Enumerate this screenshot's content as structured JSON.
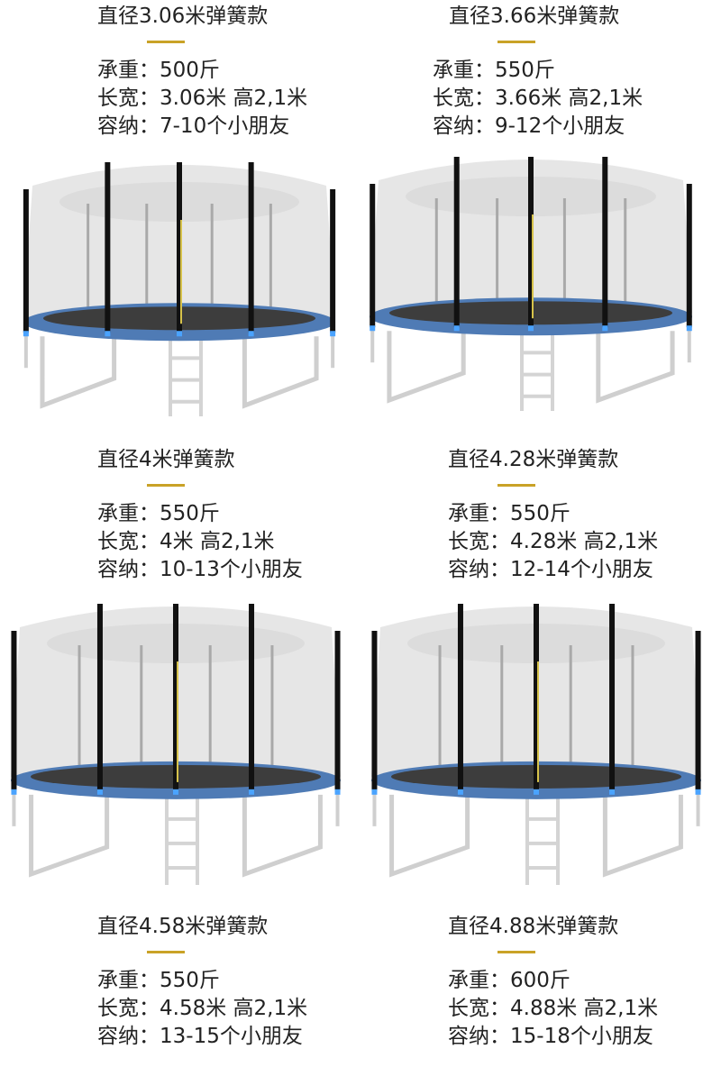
{
  "theme": {
    "accent": "#c9a227"
  },
  "products": [
    {
      "title": "直径3.06米弹簧款",
      "load": "承重：500斤",
      "size": "长宽：3.06米 高2,1米",
      "capacity": "容纳：7-10个小朋友"
    },
    {
      "title": "直径3.66米弹簧款",
      "load": "承重：550斤",
      "size": "长宽：3.66米 高2,1米",
      "capacity": "容纳：9-12个小朋友"
    },
    {
      "title": "直径4米弹簧款",
      "load": "承重：550斤",
      "size": "长宽：4米 高2,1米",
      "capacity": "容纳：10-13个小朋友"
    },
    {
      "title": "直径4.28米弹簧款",
      "load": "承重：550斤",
      "size": "长宽：4.28米 高2,1米",
      "capacity": "容纳：12-14个小朋友"
    },
    {
      "title": "直径4.58米弹簧款",
      "load": "承重：550斤",
      "size": "长宽：4.58米 高2,1米",
      "capacity": "容纳：13-15个小朋友"
    },
    {
      "title": "直径4.88米弹簧款",
      "load": "承重：600斤",
      "size": "长宽：4.88米 高2,1米",
      "capacity": "容纳：15-18个小朋友"
    }
  ]
}
